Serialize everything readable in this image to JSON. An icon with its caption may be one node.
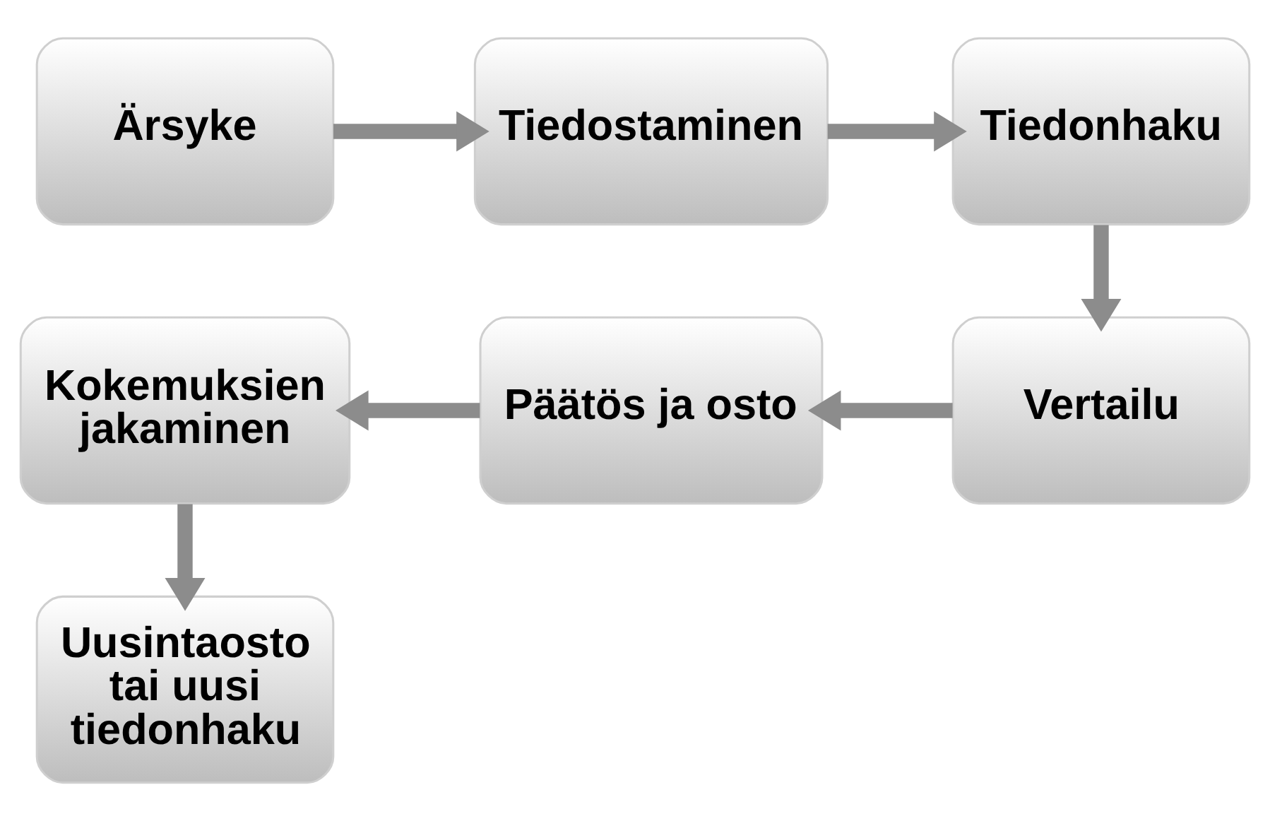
{
  "diagram": {
    "nodes": [
      {
        "text": [
          "Ärsyke"
        ]
      },
      {
        "text": [
          "Tiedostaminen"
        ]
      },
      {
        "text": [
          "Tiedonhaku"
        ]
      },
      {
        "text": [
          "Vertailu"
        ]
      },
      {
        "text": [
          "Päätös ja osto"
        ]
      },
      {
        "text": [
          "Kokemuksien jakaminen"
        ]
      },
      {
        "text": [
          "Uusintaosto tai uusi tiedonhaku"
        ]
      }
    ],
    "edges": [
      {
        "from": 0,
        "to": 1,
        "arrow": "to"
      },
      {
        "from": 1,
        "to": 2,
        "arrow": "to"
      },
      {
        "from": 2,
        "to": 3,
        "arrow": "to"
      },
      {
        "from": 3,
        "to": 4,
        "arrow": "to"
      },
      {
        "from": 4,
        "to": 5,
        "arrow": "to"
      },
      {
        "from": 5,
        "to": 6,
        "arrow": "to"
      }
    ]
  }
}
